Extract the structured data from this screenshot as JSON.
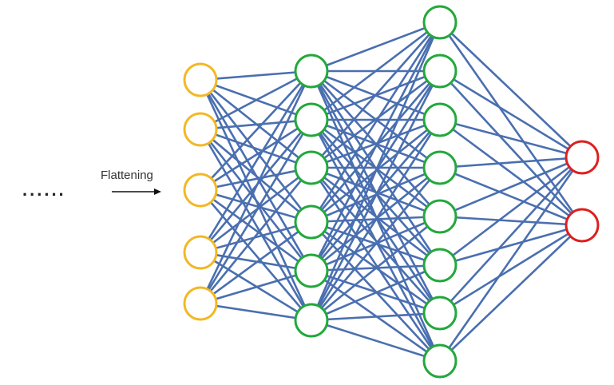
{
  "diagram": {
    "ellipsis": "......",
    "arrow_label": "Flattening",
    "colors": {
      "input": "#F2B824",
      "hidden1": "#22A83C",
      "hidden2": "#22A83C",
      "output": "#DD1F1F",
      "edge": "#4A6FB0",
      "arrow": "#111111"
    },
    "layers": [
      {
        "name": "input",
        "count": 5
      },
      {
        "name": "hidden1",
        "count": 6
      },
      {
        "name": "hidden2",
        "count": 8
      },
      {
        "name": "output",
        "count": 2
      }
    ],
    "connectivity": "fully-connected"
  }
}
